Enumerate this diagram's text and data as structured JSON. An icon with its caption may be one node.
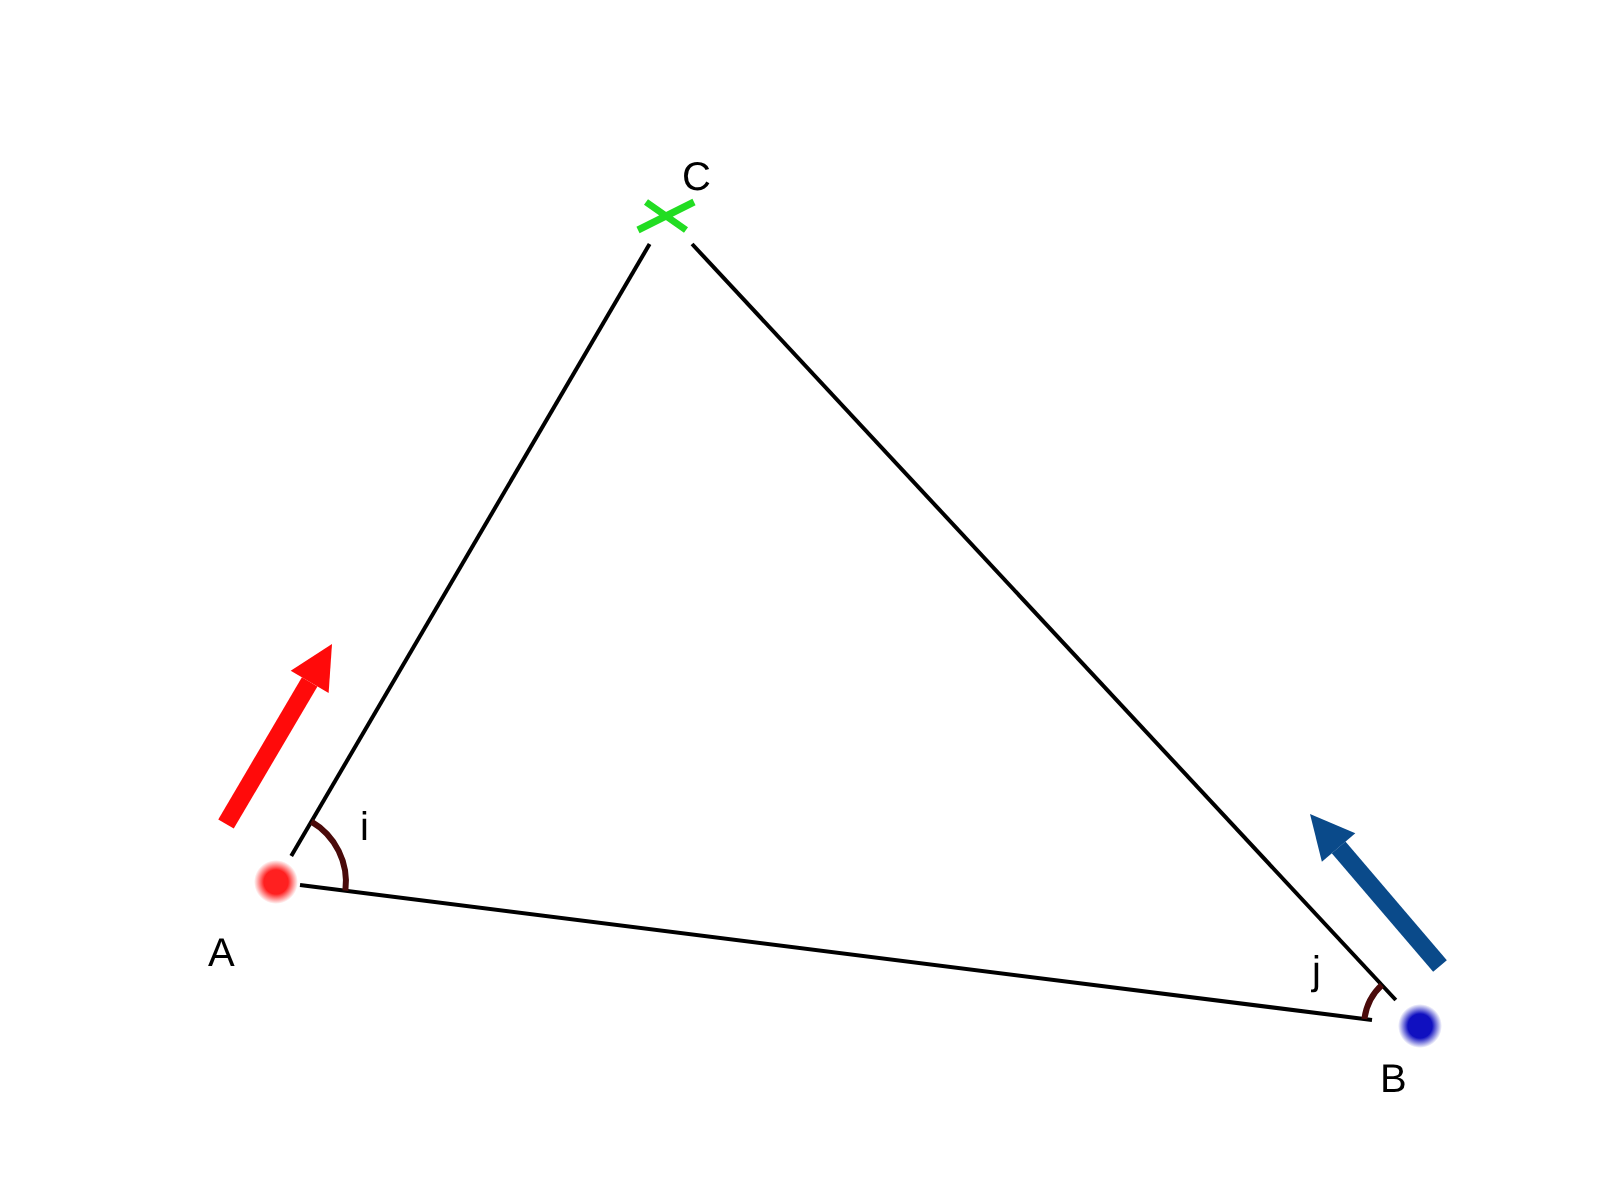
{
  "diagram": {
    "nodes": [
      {
        "text": [
          "A"
        ]
      },
      {
        "text": [
          "B"
        ]
      },
      {
        "text": [
          "C"
        ]
      }
    ],
    "edges": [
      {
        "from": 0,
        "to": 2,
        "arrow": "none"
      },
      {
        "from": 2,
        "to": 1,
        "arrow": "none"
      },
      {
        "from": 1,
        "to": 0,
        "arrow": "none"
      }
    ],
    "labels": [
      "i",
      "j"
    ]
  }
}
